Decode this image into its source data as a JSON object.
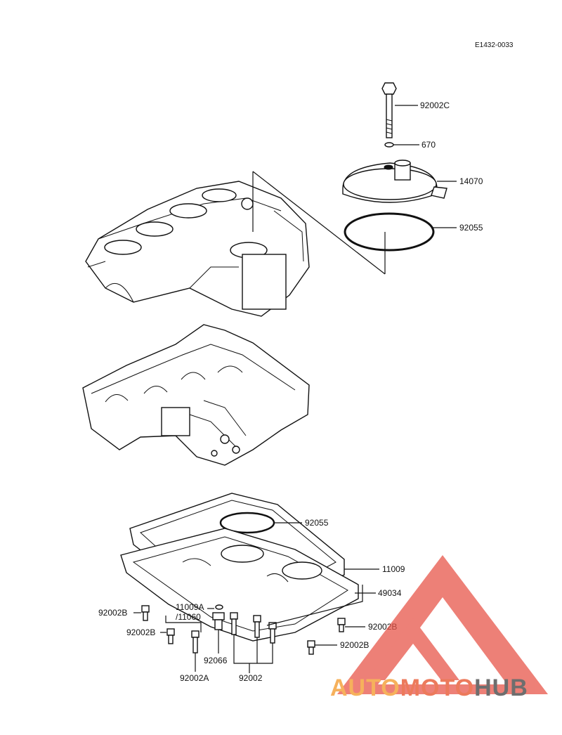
{
  "diagram": {
    "code": "E1432-0033",
    "labels": {
      "bolt_c": "92002C",
      "washer": "670",
      "cover": "14070",
      "oring_top": "92055",
      "oring_bottom": "92055",
      "pan_a": "11009",
      "gasket": "49034",
      "plug": "11009A",
      "plug_alt": "/11060",
      "gasket_plug": "92066",
      "bolt_b1": "92002B",
      "bolt_b2": "92002B",
      "bolt_b3": "92002B",
      "bolt_b4": "92002B",
      "bolt_a": "92002A",
      "bolts": "92002"
    }
  },
  "watermark": {
    "part1": "AUTO",
    "part2": "MOTO",
    "part3": "HUB",
    "colors": {
      "orange": "#f6b15c",
      "salmon": "#ec7a5c",
      "gray": "#6e6e6e",
      "triangle": "#e8564a"
    }
  }
}
